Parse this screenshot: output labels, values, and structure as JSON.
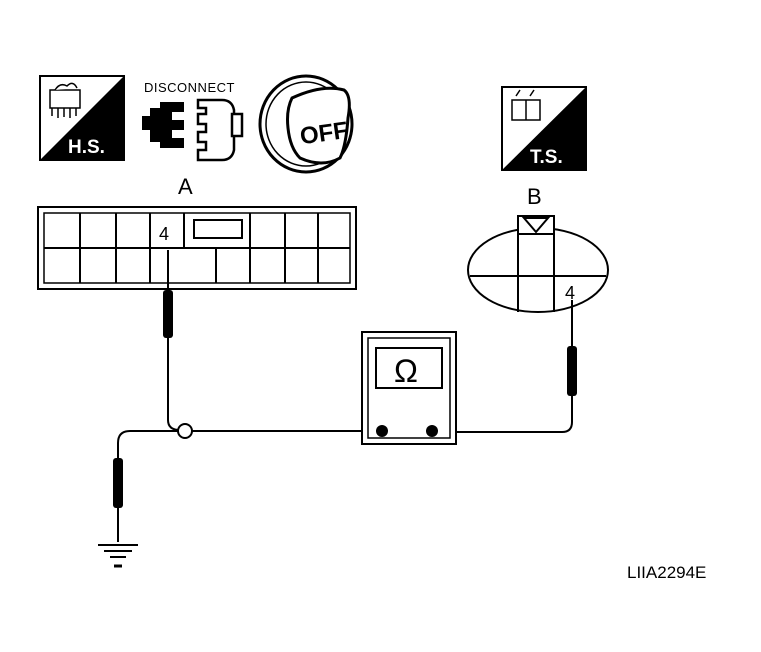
{
  "icons": {
    "hs_label": "H.S.",
    "ts_label": "T.S.",
    "disconnect_label": "DISCONNECT",
    "off_label": "OFF"
  },
  "connector_a": {
    "label": "A",
    "pin": "4"
  },
  "connector_b": {
    "label": "B",
    "pin": "4"
  },
  "meter": {
    "symbol": "Ω"
  },
  "figure_code": "LIIA2294E"
}
